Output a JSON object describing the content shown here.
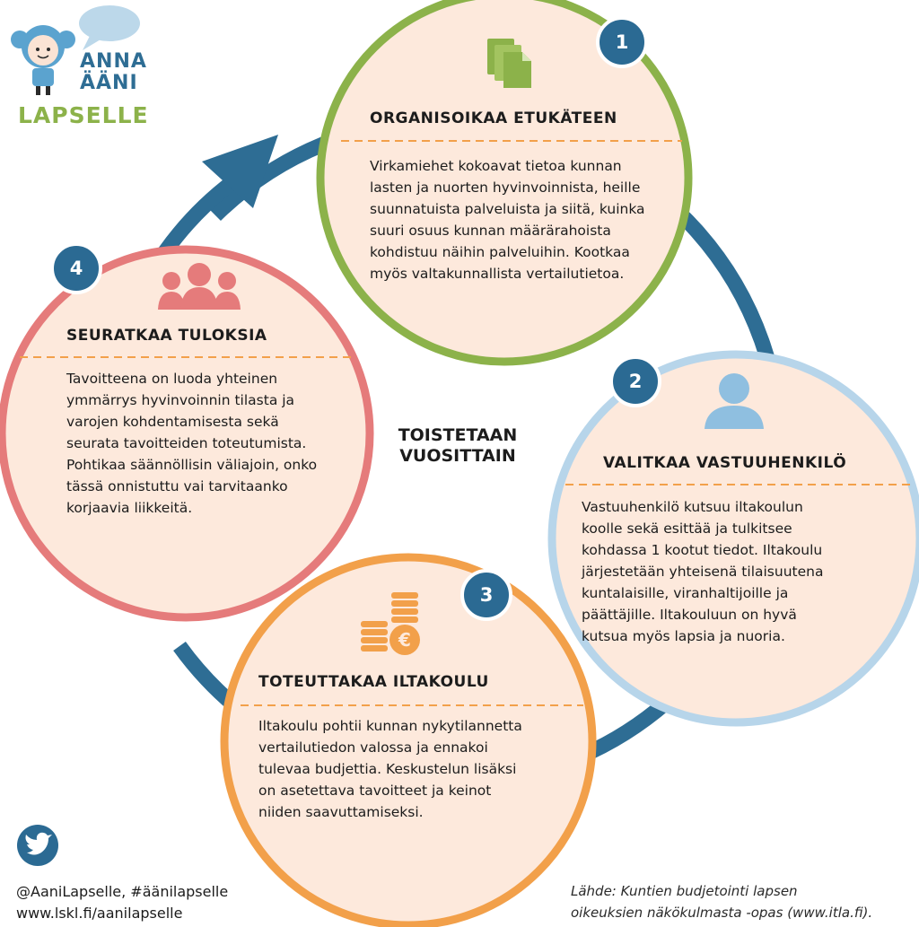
{
  "logo": {
    "line1": "ANNA",
    "line2": "ÄÄNI",
    "line3": "LAPSELLE"
  },
  "center_label": {
    "line1": "TOISTETAAN",
    "line2": "VUOSITTAIN"
  },
  "steps": [
    {
      "number": "1",
      "title": "ORGANISOIKAA ETUKÄTEEN",
      "icon": "documents-icon",
      "color": "#8cb24a",
      "lines": [
        "Virkamiehet kokoavat tietoa kunnan",
        "lasten ja nuorten hyvinvoinnista, heille",
        "suunnatuista palveluista ja siitä, kuinka",
        "suuri osuus kunnan määrärahoista",
        "kohdistuu näihin palveluihin. Kootkaa",
        "myös valtakunnallista vertailutietoa."
      ]
    },
    {
      "number": "2",
      "title": "VALITKAA VASTUUHENKILÖ",
      "icon": "person-icon",
      "color": "#b7d5ea",
      "lines": [
        "Vastuuhenkilö kutsuu iltakoulun",
        "koolle sekä esittää ja tulkitsee",
        "kohdassa 1 kootut tiedot. Iltakoulu",
        "järjestetään yhteisenä tilaisuutena",
        "kuntalaisille, viranhaltijoille ja",
        "päättäjille. Iltakouluun on hyvä",
        "kutsua myös lapsia ja nuoria."
      ]
    },
    {
      "number": "3",
      "title": "TOTEUTTAKAA ILTAKOULU",
      "icon": "coins-euro-icon",
      "color": "#f2a04a",
      "lines": [
        "Iltakoulu pohtii kunnan nykytilannetta",
        "vertailutiedon valossa ja ennakoi",
        "tulevaa budjettia. Keskustelun lisäksi",
        "on asetettava tavoitteet ja keinot",
        "niiden saavuttamiseksi."
      ]
    },
    {
      "number": "4",
      "title": "SEURATKAA TULOKSIA",
      "icon": "group-people-icon",
      "color": "#e57b7b",
      "lines": [
        "Tavoitteena on luoda yhteinen",
        "ymmärrys hyvinvoinnin tilasta ja",
        "varojen kohdentamisesta sekä",
        "seurata tavoitteiden toteutumista.",
        "Pohtikaa säännöllisin väliajoin, onko",
        "tässä onnistuttu vai tarvitaanko",
        "korjaavia liikkeitä."
      ]
    }
  ],
  "footer": {
    "social": "@AaniLapselle, #äänilapselle",
    "url": "www.lskl.fi/aanilapselle"
  },
  "source": {
    "line1": "Lähde: Kuntien budjetointi lapsen",
    "line2": "oikeuksien näkökulmasta -opas (www.itla.fi)."
  },
  "colors": {
    "cycle_arrow": "#2e6d94",
    "number_badge": "#2b6a93",
    "circle_fill": "#fde9dc",
    "divider": "#f2a04a"
  }
}
